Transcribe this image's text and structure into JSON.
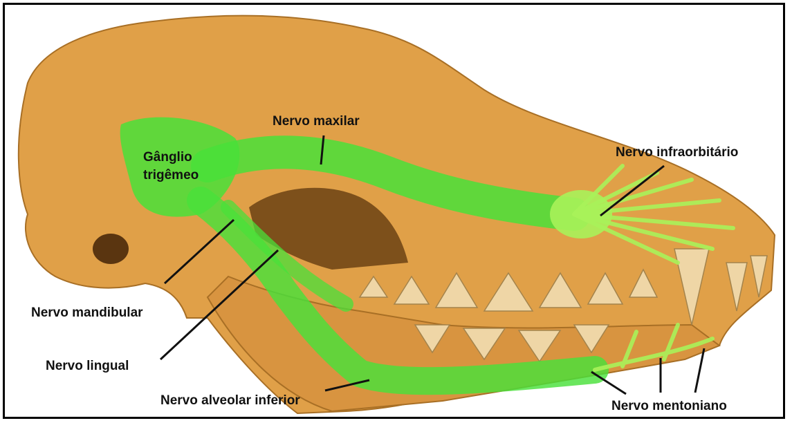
{
  "labels": {
    "maxillary_nerve": "Nervo maxilar",
    "trigeminal_ganglion_line1": "Gânglio",
    "trigeminal_ganglion_line2": "trigêmeo",
    "infraorbital_nerve": "Nervo infraorbitário",
    "mandibular_nerve": "Nervo mandibular",
    "lingual_nerve": "Nervo lingual",
    "inferior_alveolar_nerve": "Nervo alveolar inferior",
    "mental_nerve": "Nervo mentoniano"
  },
  "colors": {
    "bone": "#e2a24a",
    "bone_dark": "#b87a2c",
    "nerve": "#49e03a",
    "nerve_light": "#a8f25a",
    "frame": "#000000",
    "label_text": "#111111"
  }
}
